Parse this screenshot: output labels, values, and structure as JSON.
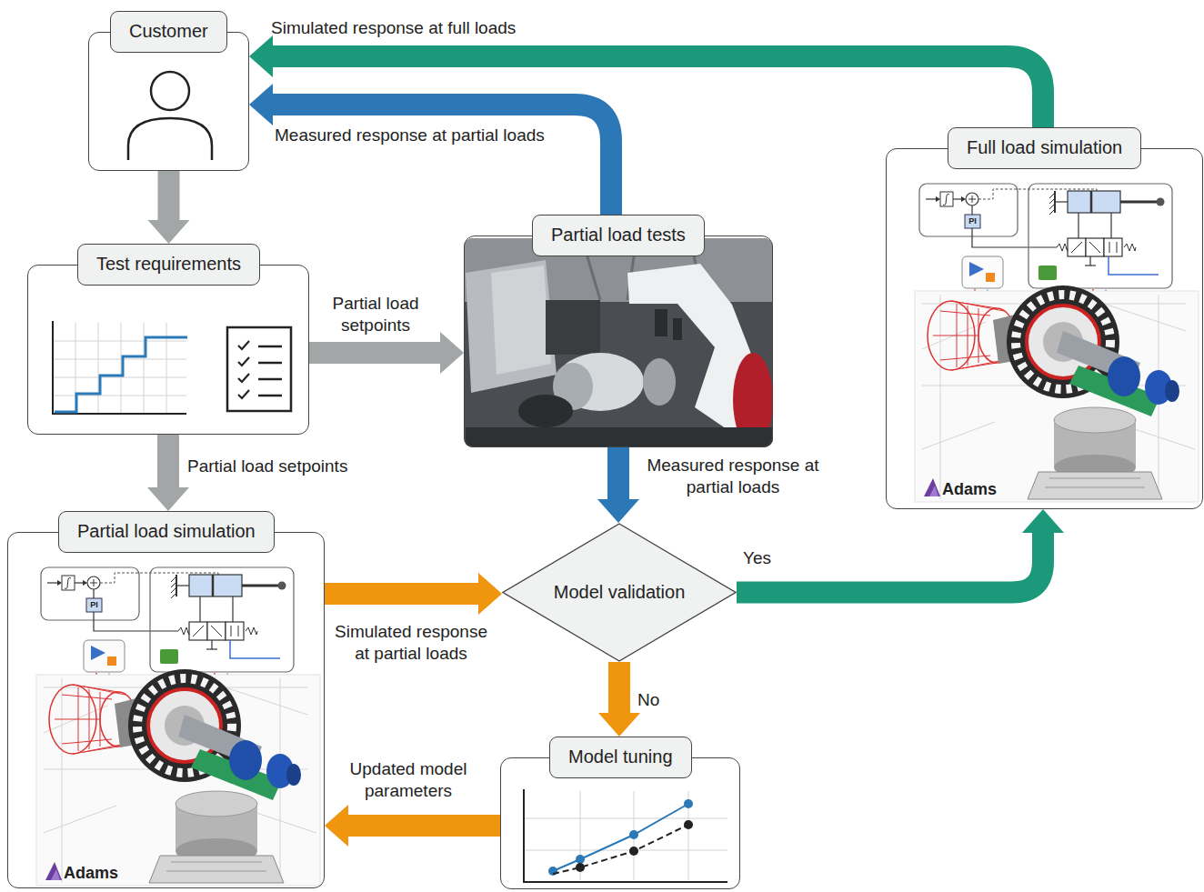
{
  "diagram": {
    "nodes": [
      {
        "text": [
          "Customer"
        ]
      },
      {
        "text": [
          "Test requirements"
        ]
      },
      {
        "text": [
          "Partial load tests"
        ]
      },
      {
        "text": [
          "Full load simulation"
        ]
      },
      {
        "text": [
          "Partial load simulation"
        ]
      },
      {
        "text": [
          "Model validation"
        ]
      },
      {
        "text": [
          "Model tuning"
        ]
      }
    ],
    "edges": [
      {
        "from": 0,
        "to": 1,
        "arrow": "to"
      },
      {
        "from": 1,
        "to": 2,
        "label": "Partial load setpoints",
        "arrow": "to"
      },
      {
        "from": 1,
        "to": 4,
        "label": "Partial load setpoints",
        "arrow": "to"
      },
      {
        "from": 2,
        "to": 0,
        "label": "Measured response at partial loads",
        "arrow": "to"
      },
      {
        "from": 2,
        "to": 5,
        "label": "Measured response at partial loads",
        "arrow": "to"
      },
      {
        "from": 4,
        "to": 5,
        "label": "Simulated response at partial loads",
        "arrow": "to"
      },
      {
        "from": 5,
        "to": 3,
        "label": "Yes",
        "arrow": "to"
      },
      {
        "from": 5,
        "to": 6,
        "label": "No",
        "arrow": "to"
      },
      {
        "from": 6,
        "to": 4,
        "label": "Updated model parameters",
        "arrow": "to"
      },
      {
        "from": 3,
        "to": 0,
        "label": "Simulated response at full loads",
        "arrow": "to"
      }
    ],
    "labels": [
      "PI",
      "Adams",
      "PI",
      "Adams"
    ]
  }
}
